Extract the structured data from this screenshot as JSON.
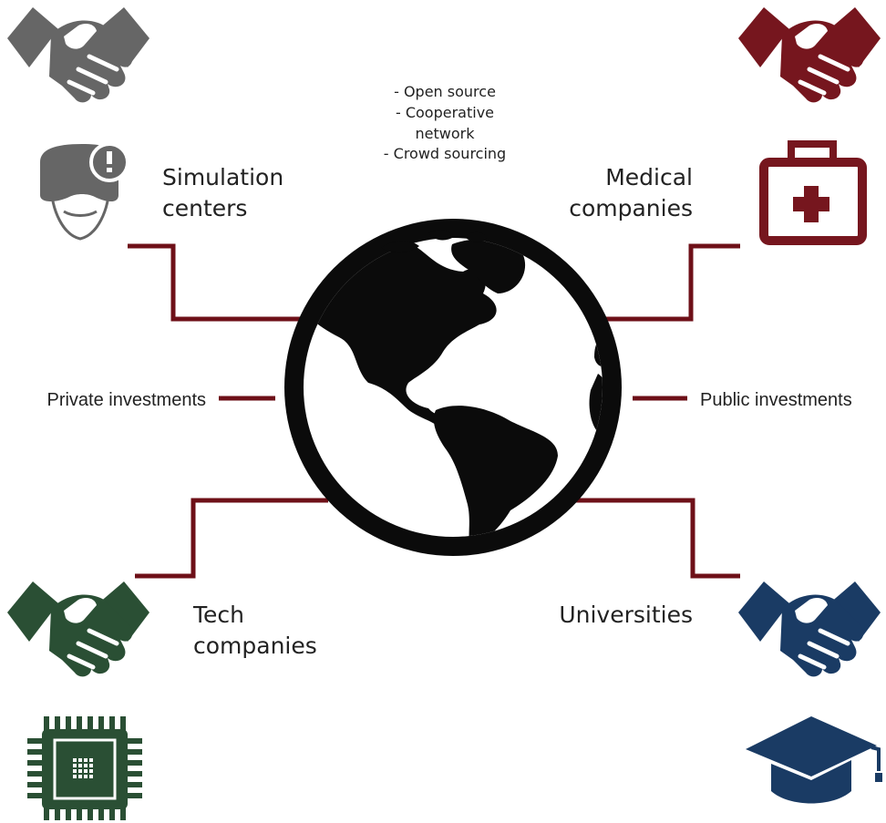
{
  "colors": {
    "connector": "#6e1018",
    "gray": "#666666",
    "maroon": "#76161e",
    "green": "#2a4f34",
    "navy": "#1a3b64",
    "globe": "#0b0b0b"
  },
  "center": {
    "bullets": [
      "- Open source",
      "- Cooperative",
      "network",
      "- Crowd sourcing"
    ]
  },
  "nodes": {
    "simulation": {
      "line1": "Simulation",
      "line2": "centers",
      "icons": [
        "handshake-icon",
        "vr-headset-icon"
      ]
    },
    "medical": {
      "line1": "Medical",
      "line2": "companies",
      "icons": [
        "handshake-icon",
        "first-aid-kit-icon"
      ]
    },
    "tech": {
      "line1": "Tech",
      "line2": "companies",
      "icons": [
        "handshake-icon",
        "microchip-icon"
      ]
    },
    "universities": {
      "line1": "Universities",
      "icons": [
        "handshake-icon",
        "graduation-cap-icon"
      ]
    },
    "private": {
      "label": "Private investments"
    },
    "public": {
      "label": "Public investments"
    }
  },
  "globe_icon": "globe-americas-icon"
}
